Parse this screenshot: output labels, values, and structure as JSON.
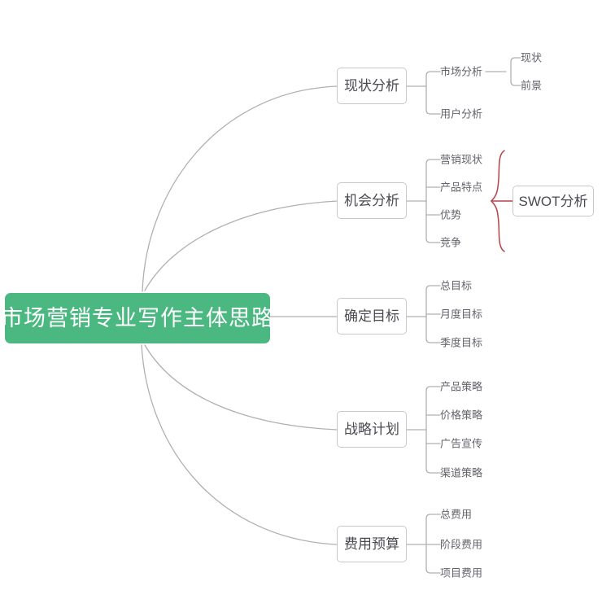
{
  "diagram": {
    "title": "市场营销专业写作主体思路",
    "type": "mindmap",
    "root": {
      "label": "市场营销专业写作主体思路",
      "fill": "#4bb882",
      "text_color": "#ffffff"
    },
    "line_color": "#b0b0b0",
    "node_border_color": "#c8c8c8",
    "node_text_color": "#4a4a52",
    "leaf_text_color": "#63636b",
    "brace_color": "#b8414a",
    "branches": [
      {
        "label": "现状分析",
        "children": [
          {
            "label": "市场分析",
            "children": [
              {
                "label": "现状"
              },
              {
                "label": "前景"
              }
            ]
          },
          {
            "label": "用户分析",
            "children": []
          }
        ]
      },
      {
        "label": "机会分析",
        "children": [
          {
            "label": "营销现状",
            "children": []
          },
          {
            "label": "产品特点",
            "children": []
          },
          {
            "label": "优势",
            "children": []
          },
          {
            "label": "竞争",
            "children": []
          }
        ],
        "grouped_to": "SWOT分析"
      },
      {
        "label": "确定目标",
        "children": [
          {
            "label": "总目标",
            "children": []
          },
          {
            "label": "月度目标",
            "children": []
          },
          {
            "label": "季度目标",
            "children": []
          }
        ]
      },
      {
        "label": "战略计划",
        "children": [
          {
            "label": "产品策略",
            "children": []
          },
          {
            "label": "价格策略",
            "children": []
          },
          {
            "label": "广告宣传",
            "children": []
          },
          {
            "label": "渠道策略",
            "children": []
          }
        ]
      },
      {
        "label": "费用预算",
        "children": [
          {
            "label": "总费用",
            "children": []
          },
          {
            "label": "阶段费用",
            "children": []
          },
          {
            "label": "项目费用",
            "children": []
          }
        ]
      }
    ],
    "group_node": {
      "label": "SWOT分析"
    }
  }
}
